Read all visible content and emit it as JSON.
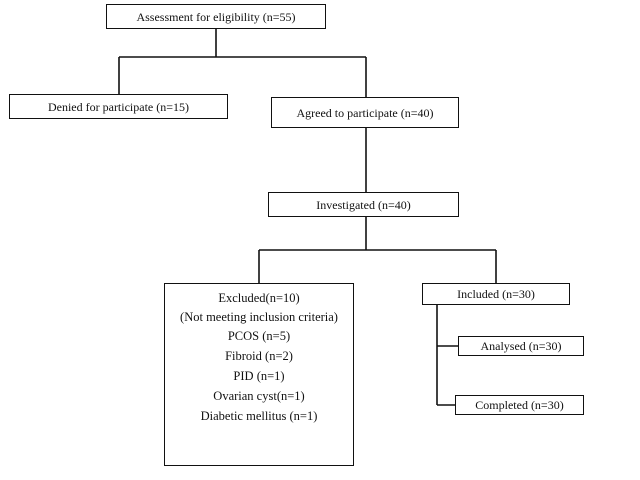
{
  "flowchart": {
    "assessment": "Assessment for eligibility (n=55)",
    "denied": "Denied for participate (n=15)",
    "agreed": "Agreed to participate (n=40)",
    "investigated": "Investigated (n=40)",
    "excluded": {
      "title": "Excluded(n=10)",
      "reason": "(Not meeting inclusion criteria)",
      "items": [
        "PCOS (n=5)",
        "Fibroid (n=2)",
        "PID (n=1)",
        "Ovarian cyst(n=1)",
        "Diabetic mellitus (n=1)"
      ]
    },
    "included": "Included (n=30)",
    "analysed": "Analysed (n=30)",
    "completed": "Completed (n=30)"
  },
  "colors": {
    "line": "#111111",
    "box_border": "#111111",
    "background": "#ffffff"
  }
}
